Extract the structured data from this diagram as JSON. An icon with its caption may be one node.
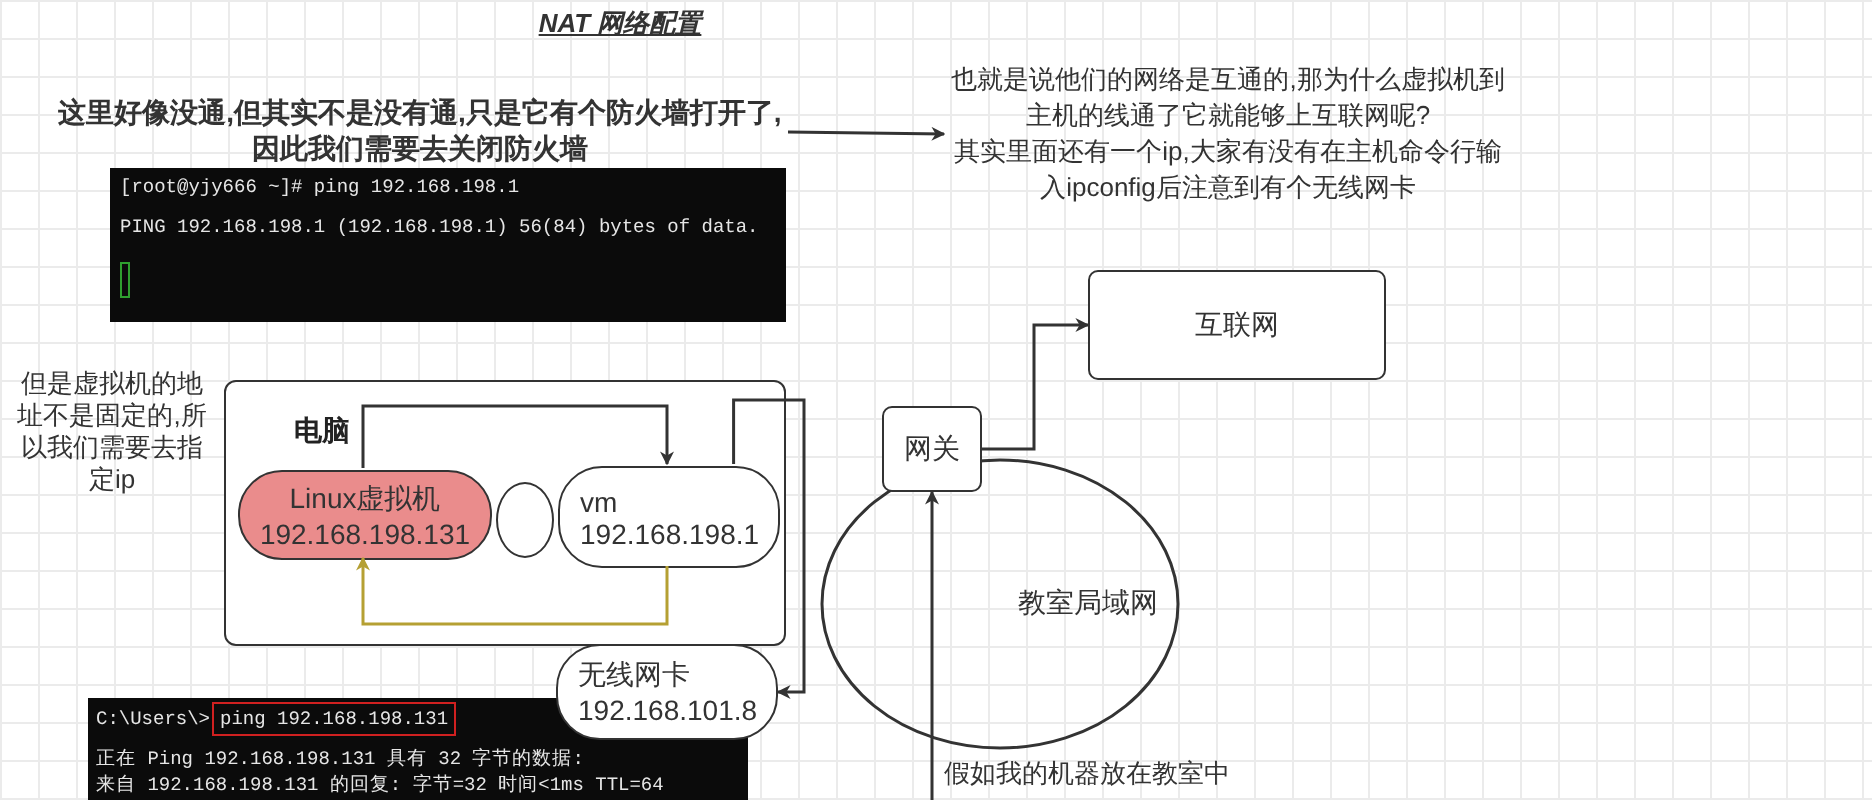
{
  "diagram": {
    "title": "NAT 网络配置",
    "nodes": [
      {
        "text": [
          "这里好像没通,但其实不是没有通,只是它有个防火墙打开了,因此我们需要去关闭防火墙"
        ]
      },
      {
        "text": [
          "也就是说他们的网络是互通的,那为什么虚拟机到主机的线通了它就能够上互联网呢?",
          "其实里面还有一个ip,大家有没有在主机命令行输入ipconfig后注意到有个无线网卡"
        ]
      },
      {
        "text": [
          "电脑"
        ]
      },
      {
        "text": [
          "Linux虚拟机",
          "192.168.198.131"
        ],
        "in": 2
      },
      {
        "text": [],
        "shape": "circle",
        "in": 2
      },
      {
        "text": [
          "vm",
          "192.168.198.1"
        ],
        "in": 2
      },
      {
        "text": [
          "无线网卡",
          "192.168.101.8"
        ]
      },
      {
        "text": [
          "教室局域网"
        ]
      },
      {
        "text": [
          "网关"
        ]
      },
      {
        "text": [
          "互联网"
        ]
      }
    ],
    "edges": [
      {
        "from": 0,
        "to": 1,
        "arrow": "to"
      },
      {
        "from": 3,
        "to": 5,
        "arrow": "to"
      },
      {
        "from": 5,
        "to": 3,
        "arrow": "to",
        "color": "#b5a033"
      },
      {
        "from": 5,
        "to": 6,
        "arrow": "to"
      },
      {
        "from": 8,
        "to": 9,
        "arrow": "to"
      },
      {
        "from": null,
        "to": 8,
        "arrow": "to"
      }
    ],
    "labels": [
      "[root@yjy666 ~]# ping 192.168.198.1",
      "PING 192.168.198.1 (192.168.198.1) 56(84) bytes of data.",
      "但是虚拟机的地址不是固定的,所以我们需要去指定ip",
      "假如我的机器放在教室中",
      "C:\\Users\\>",
      "ping 192.168.198.131",
      "正在 Ping 192.168.198.131 具有 32 字节的数据:",
      "来自 192.168.198.131 的回复: 字节=32 时间<1ms TTL=64"
    ]
  }
}
